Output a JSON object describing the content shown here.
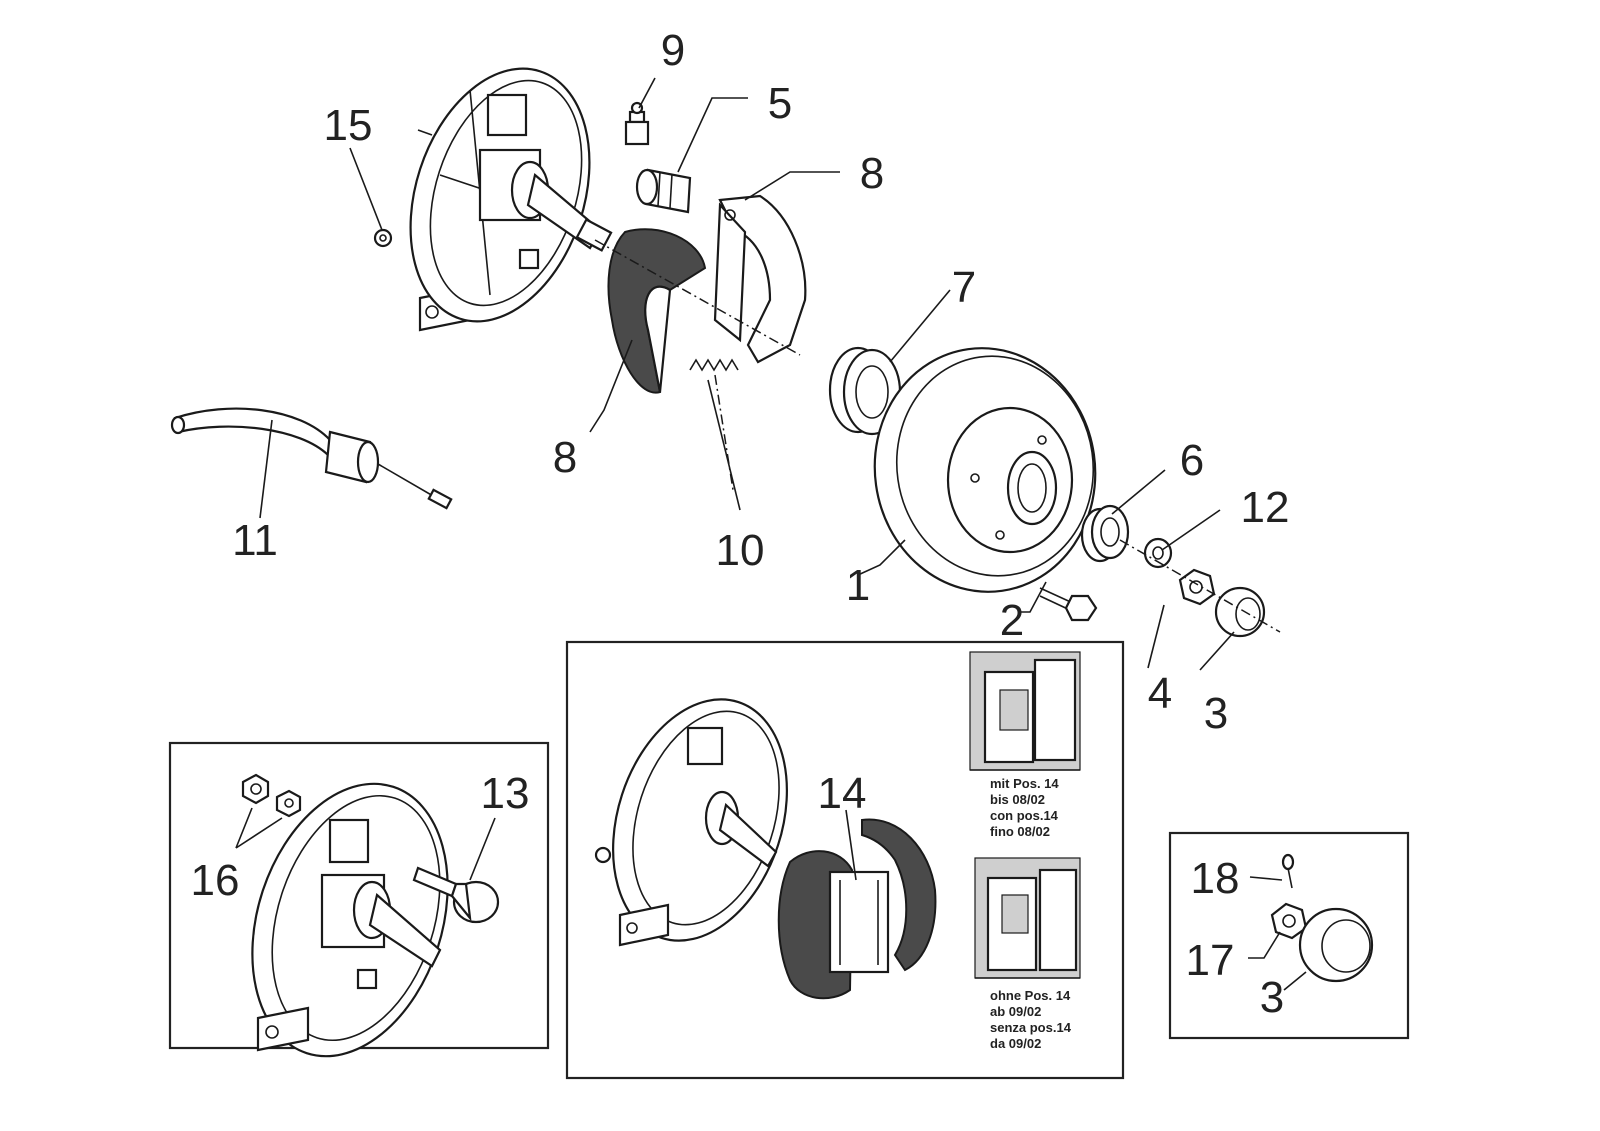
{
  "callouts": {
    "c1": "1",
    "c2": "2",
    "c3a": "3",
    "c3b": "3",
    "c4": "4",
    "c5": "5",
    "c6": "6",
    "c7": "7",
    "c8a": "8",
    "c8b": "8",
    "c9": "9",
    "c10": "10",
    "c11": "11",
    "c12": "12",
    "c13": "13",
    "c14": "14",
    "c15": "15",
    "c16": "16",
    "c17": "17",
    "c18": "18"
  },
  "notes": {
    "with_pos14": [
      "mit Pos. 14",
      "bis 08/02",
      "con pos.14",
      "fino 08/02"
    ],
    "without_pos14": [
      "ohne Pos. 14",
      "ab 09/02",
      "senza pos.14",
      "da 09/02"
    ]
  },
  "colors": {
    "ink": "#1a1a1a",
    "background": "#ffffff",
    "lining": "#4a4a4a"
  }
}
